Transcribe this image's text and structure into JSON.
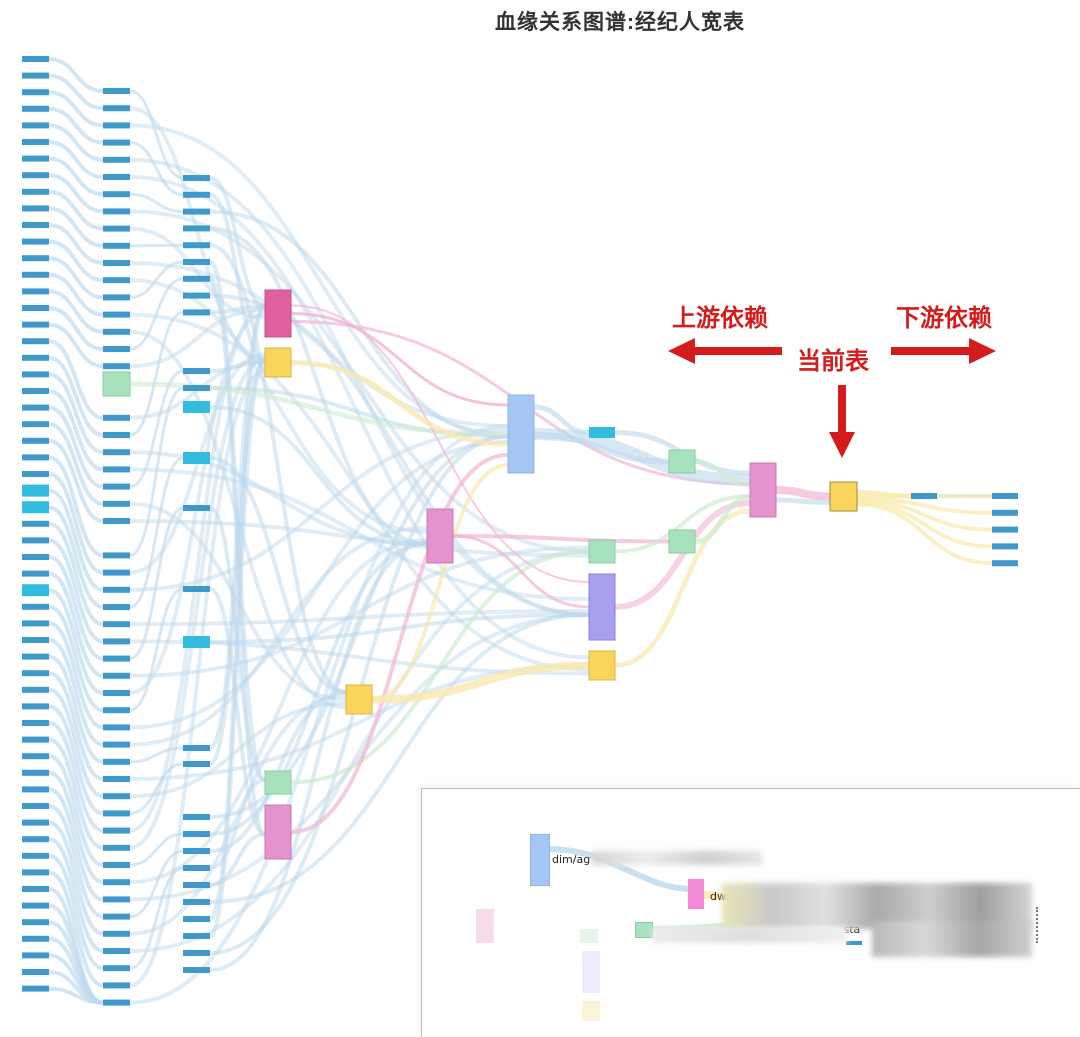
{
  "title": "血缘关系图谱:经纪人宽表",
  "annotations": {
    "upstream": "上游依赖",
    "downstream": "下游依赖",
    "current": "当前表"
  },
  "colors": {
    "annotation_red": "#d41c1c",
    "link_blue": "#bcd8ec",
    "link_pink": "#f2b4d2",
    "link_yellow": "#fae9ad",
    "link_green": "#cdebd0",
    "node_small_blue": "#3f9acb",
    "node_cyan": "#32bde0",
    "node_magenta": "#e0609e",
    "node_yellow": "#fad55c",
    "node_green": "#a8e2bd",
    "node_pink": "#e593cf",
    "node_lightblue": "#a4c6f5",
    "node_purple": "#a89ef0"
  },
  "inset": {
    "labels": [
      "dim/ag",
      "dws/a",
      "_sta"
    ]
  }
}
